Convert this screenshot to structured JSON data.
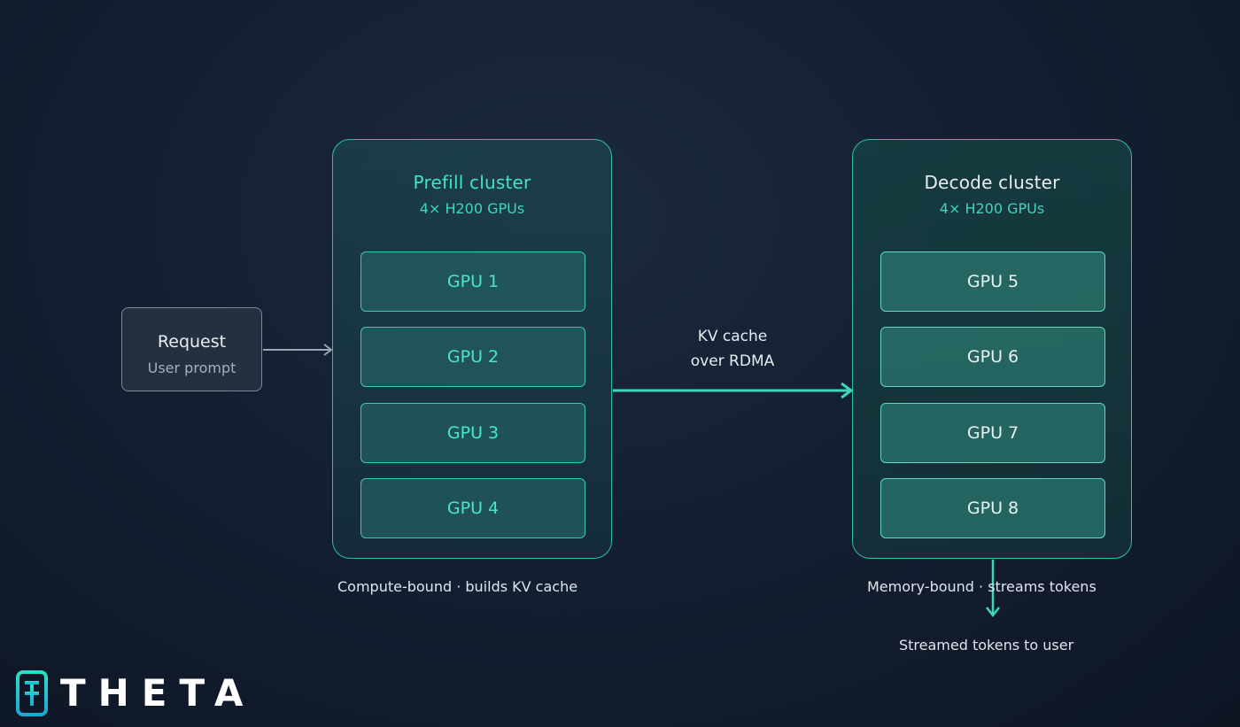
{
  "request": {
    "title": "Request",
    "subtitle": "User prompt"
  },
  "prefill": {
    "title": "Prefill cluster",
    "subtitle": "4× H200 GPUs",
    "gpus": [
      "GPU 1",
      "GPU 2",
      "GPU 3",
      "GPU 4"
    ],
    "caption": "Compute-bound · builds KV cache"
  },
  "decode": {
    "title": "Decode cluster",
    "subtitle": "4× H200 GPUs",
    "gpus": [
      "GPU 5",
      "GPU 6",
      "GPU 7",
      "GPU 8"
    ],
    "caption": "Memory-bound · streams tokens"
  },
  "transfer": {
    "line1": "KV cache",
    "line2": "over RDMA"
  },
  "output": {
    "label": "Streamed tokens to user"
  },
  "brand": {
    "name": "THETA"
  },
  "colors": {
    "accent": "#3fd6b8",
    "arrow_gray": "#9aa6b2"
  }
}
